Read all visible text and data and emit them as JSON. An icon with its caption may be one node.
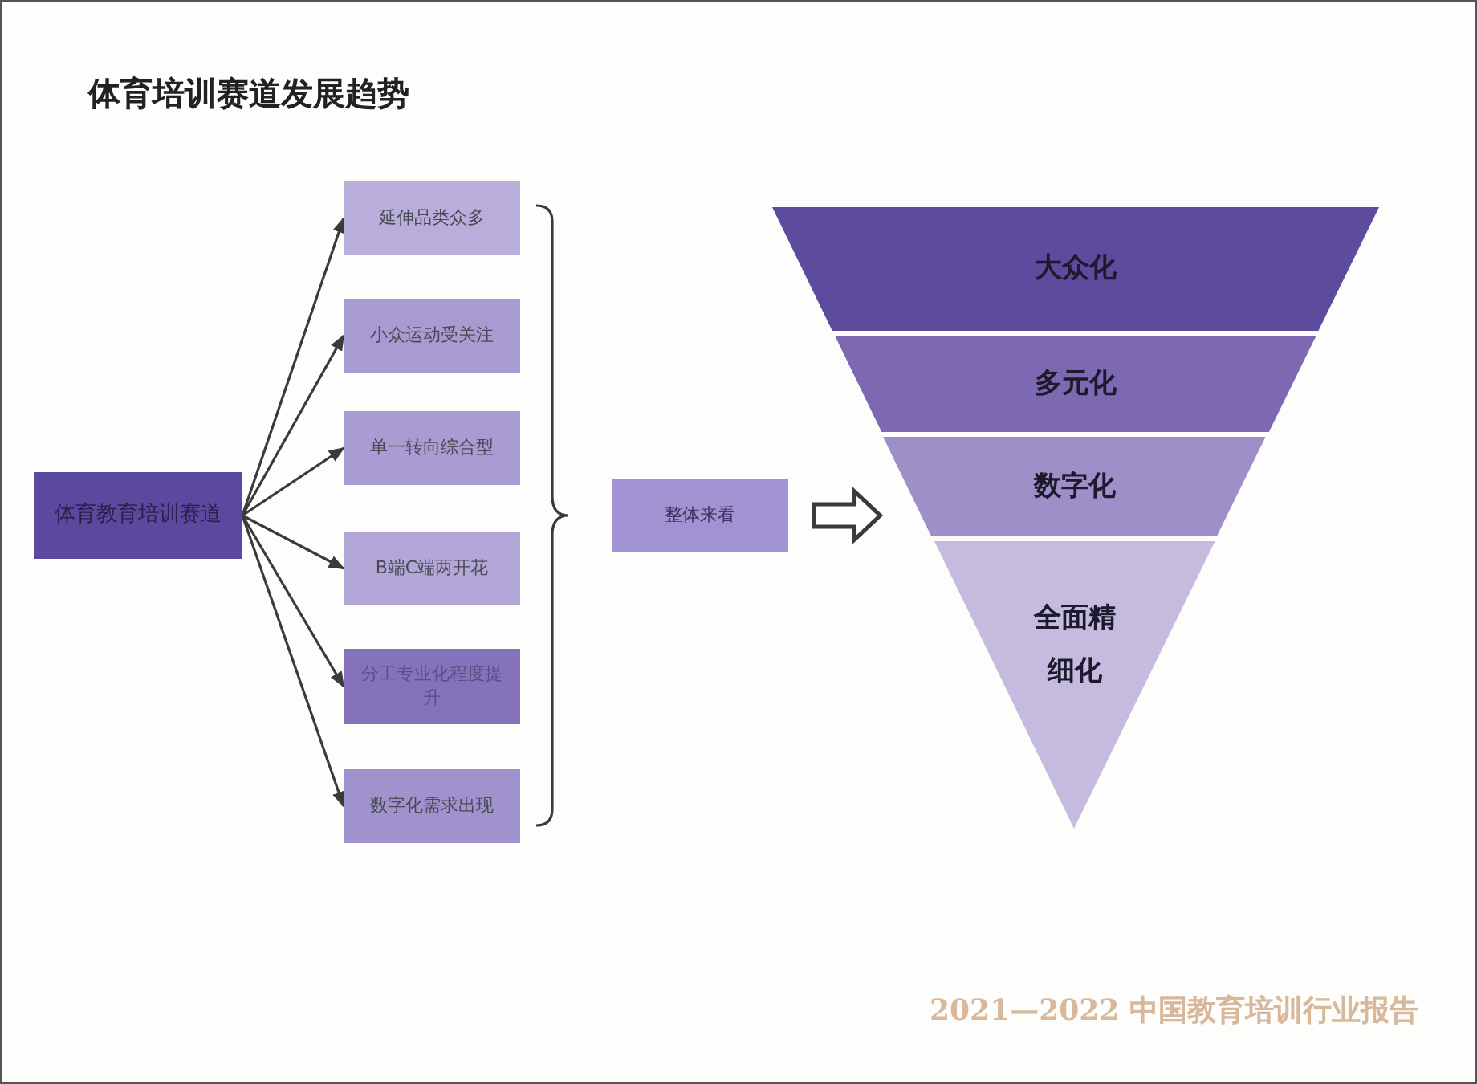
{
  "diagram": {
    "title": "体育培训赛道发展趋势",
    "nodes": [
      {
        "text": [
          "体育教育培训赛道"
        ]
      },
      {
        "text": [
          "延伸品类众多"
        ]
      },
      {
        "text": [
          "小众运动受关注"
        ]
      },
      {
        "text": [
          "单一转向综合型"
        ]
      },
      {
        "text": [
          "B端C端两开花"
        ]
      },
      {
        "text": [
          "分工专业化程度提升"
        ]
      },
      {
        "text": [
          "数字化需求出现"
        ]
      },
      {
        "text": [
          "整体来看"
        ]
      },
      {
        "text": [
          "大众化"
        ]
      },
      {
        "text": [
          "多元化"
        ]
      },
      {
        "text": [
          "数字化"
        ]
      },
      {
        "text": [
          "全面精细化"
        ]
      }
    ],
    "edges": [
      {
        "from": 0,
        "to": 1,
        "arrow": "to"
      },
      {
        "from": 0,
        "to": 2,
        "arrow": "to"
      },
      {
        "from": 0,
        "to": 3,
        "arrow": "to"
      },
      {
        "from": 0,
        "to": 4,
        "arrow": "to"
      },
      {
        "from": 0,
        "to": 5,
        "arrow": "to"
      },
      {
        "from": 0,
        "to": 6,
        "arrow": "to"
      },
      {
        "from": 7,
        "to": 10,
        "arrow": "to",
        "style": "thick"
      }
    ],
    "labels": [
      "2021—2022 中国教育培训行业报告"
    ]
  }
}
